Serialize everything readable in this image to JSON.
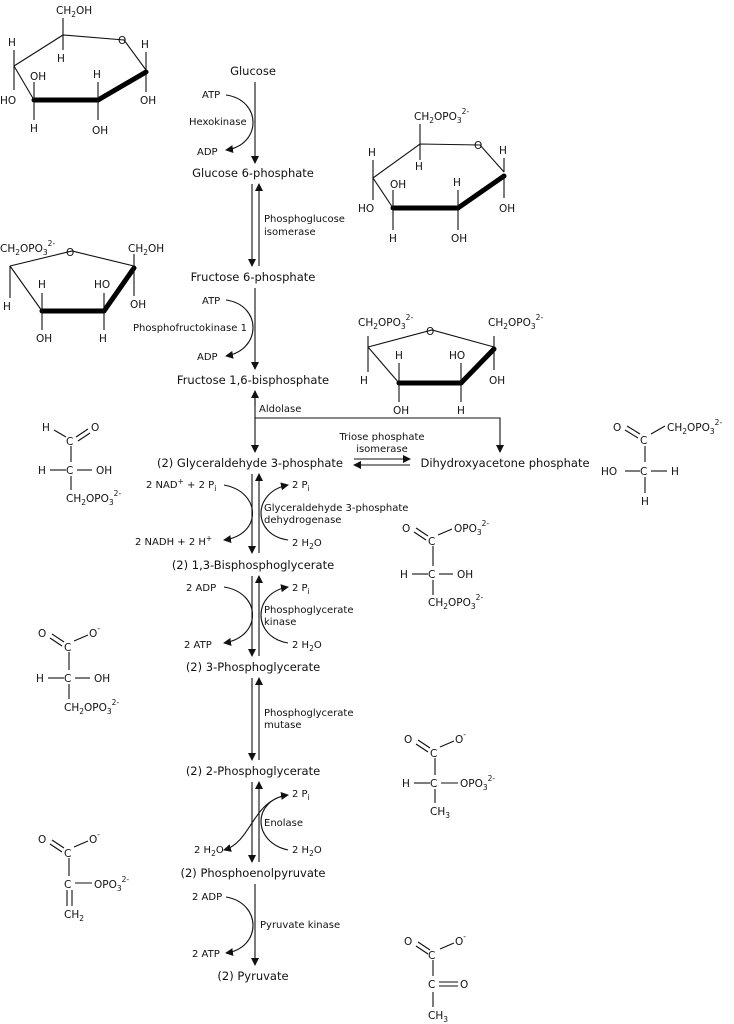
{
  "metabolites": {
    "glucose": "Glucose",
    "g6p": "Glucose 6-phosphate",
    "f6p": "Fructose 6-phosphate",
    "f16bp": "Fructose 1,6-bisphosphate",
    "gap": "(2) Glyceraldehyde 3-phosphate",
    "dhap": "Dihydroxyacetone phosphate",
    "bpg13": "(2) 1,3-Bisphosphoglycerate",
    "pg3": "(2) 3-Phosphoglycerate",
    "pg2": "(2) 2-Phosphoglycerate",
    "pep": "(2) Phosphoenolpyruvate",
    "pyruvate": "(2) Pyruvate"
  },
  "enzymes": {
    "hexokinase": "Hexokinase",
    "pgi_1": "Phosphoglucose",
    "pgi_2": "isomerase",
    "pfk": "Phosphofructokinase 1",
    "aldolase": "Aldolase",
    "tpi_1": "Triose phosphate",
    "tpi_2": "isomerase",
    "gapdh_1": "Glyceraldehyde 3-phosphate",
    "gapdh_2": "dehydrogenase",
    "pgk_1": "Phosphoglycerate",
    "pgk_2": "kinase",
    "pgm_1": "Phosphoglycerate",
    "pgm_2": "mutase",
    "enolase": "Enolase",
    "pk": "Pyruvate kinase"
  },
  "cofactors": {
    "atp": "ATP",
    "adp": "ADP",
    "nad_in": "2 NAD",
    "nad_sup": "+",
    "plus_2": "+ 2 P",
    "pi_sub": "i",
    "pi": "2 P",
    "nadh": "2 NADH + 2 H",
    "h_sup": "+",
    "h2o": "2 H",
    "h2o_sub": "2",
    "h2o_o": "O",
    "adp2": "2 ADP",
    "atp2": "2 ATP"
  },
  "atoms": {
    "H": "H",
    "O": "O",
    "C": "C",
    "OH": "OH",
    "HO": "HO",
    "CH": "CH",
    "OPO": "OPO",
    "three": "3",
    "two": "2",
    "two_minus": "2-",
    "minus": "-",
    "HC": "H–",
    "ch3": "CH",
    "ch2": "CH"
  }
}
